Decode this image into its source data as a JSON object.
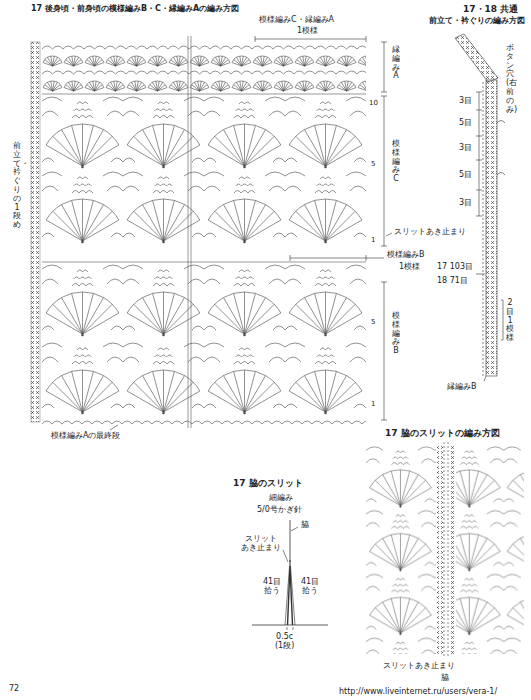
{
  "diagram": {
    "title": "17 後身頃・前身頃の模様編みB・C・縁編みAの編み方図",
    "labels": [
      "模様編みC・縁編みA",
      "1模様",
      "縁編みA",
      "10",
      "5",
      "1",
      "模様編みC",
      "前立て・衿ぐりの1段め",
      "スリットあき止まり",
      "模様編みB",
      "1模様",
      "5",
      "1",
      "模様編みB",
      "模様編みAの最終段",
      "17・18 共通",
      "前立て・衿ぐりの編み方図",
      "ボタン穴(右前のみ)",
      "3目",
      "5目",
      "3目",
      "5目",
      "3目",
      "17 103目",
      "18 71目",
      "2目1模様",
      "縁編みB",
      "17 脇のスリットの編み方図",
      "17 脇のスリット",
      "細編み",
      "5/0号かぎ針",
      "脇",
      "スリット あき止まり",
      "41目 拾う",
      "41目 拾う",
      "0.5c (1段)",
      "スリットあき止まり",
      "脇",
      "72",
      "http://www.liveinternet.ru/users/vera-1/"
    ]
  }
}
